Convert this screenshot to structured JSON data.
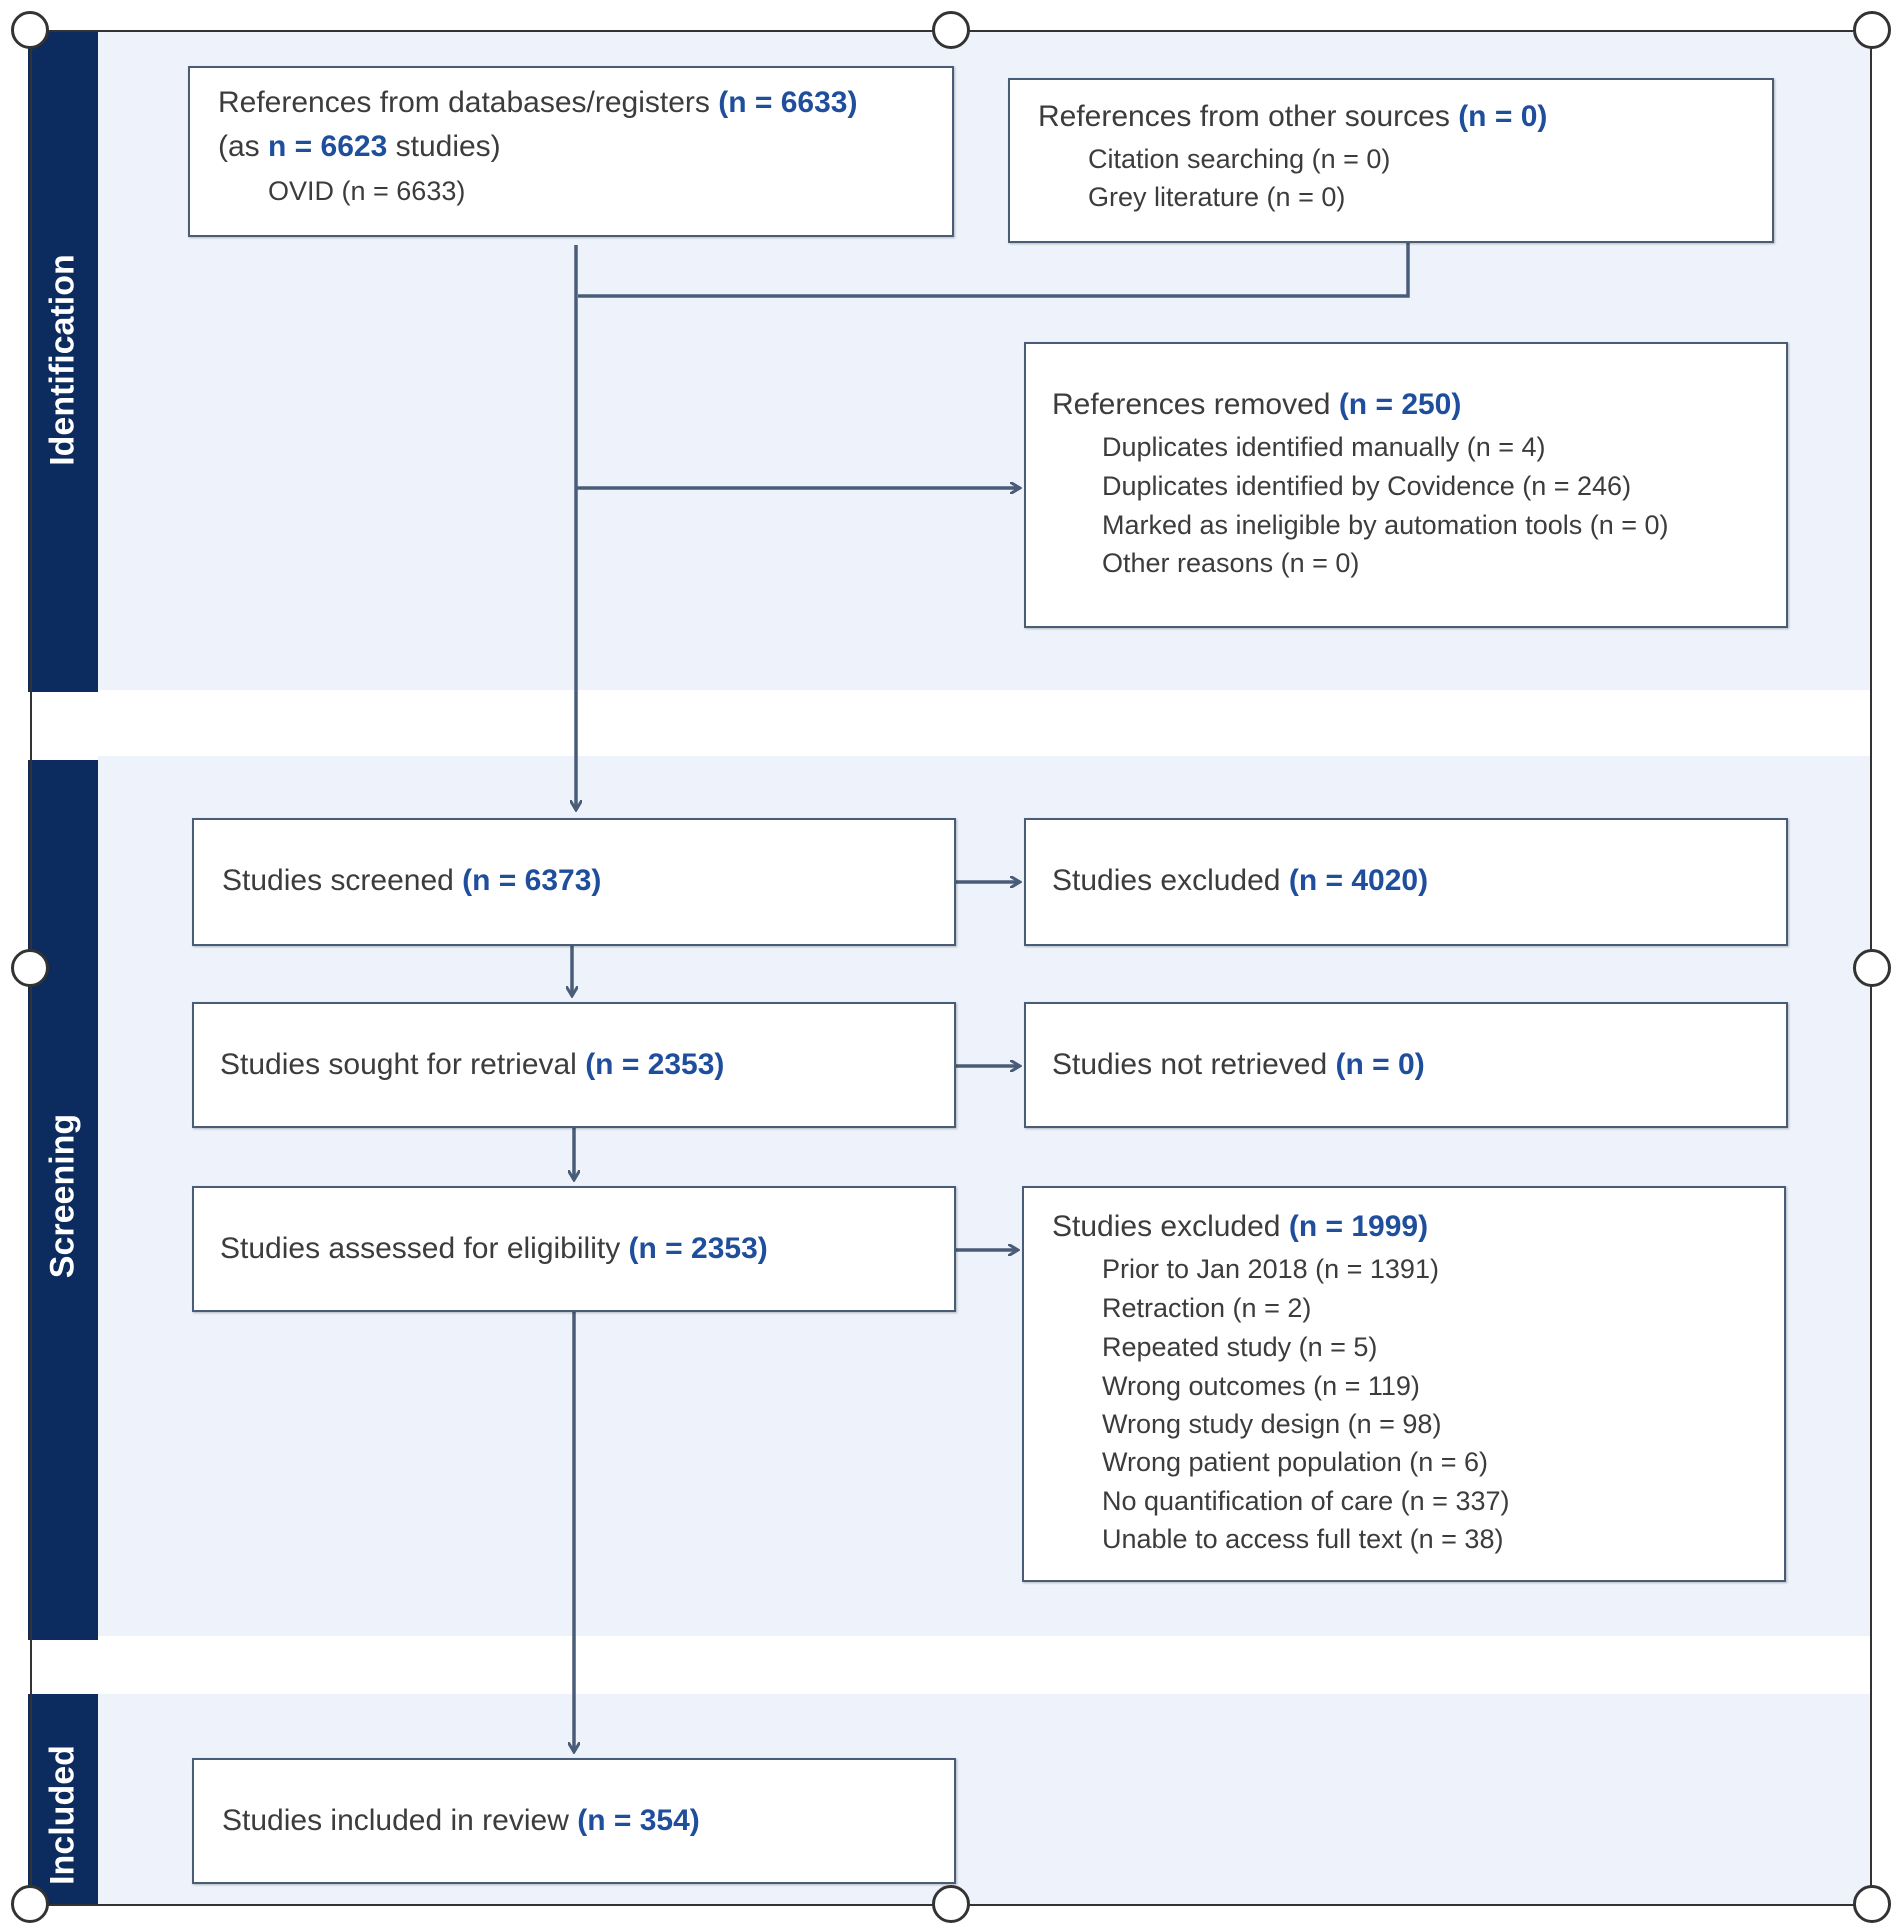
{
  "phases": {
    "identification": "Identification",
    "screening": "Screening",
    "included": "Included"
  },
  "db_box": {
    "line1_text": "References from databases/registers ",
    "line1_count": "(n = 6633)",
    "line2_pre": "(as ",
    "line2_count": "n = 6623",
    "line2_post": " studies)",
    "line3": "OVID (n = 6633)"
  },
  "other_box": {
    "line1_text": "References from other sources ",
    "line1_count": "(n = 0)",
    "items": [
      "Citation searching (n = 0)",
      "Grey literature (n = 0)"
    ]
  },
  "removed_box": {
    "line1_text": "References removed ",
    "line1_count": "(n = 250)",
    "items": [
      "Duplicates identified manually (n = 4)",
      "Duplicates identified by Covidence (n = 246)",
      "Marked as ineligible by automation tools (n = 0)",
      "Other reasons (n = 0)"
    ]
  },
  "screened_box": {
    "text": "Studies screened ",
    "count": "(n = 6373)"
  },
  "excluded_box": {
    "text": "Studies excluded ",
    "count": "(n = 4020)"
  },
  "sought_box": {
    "text": "Studies sought for retrieval ",
    "count": "(n = 2353)"
  },
  "not_retrieved_box": {
    "text": "Studies not retrieved ",
    "count": "(n = 0)"
  },
  "assessed_box": {
    "text": "Studies assessed for eligibility ",
    "count": "(n = 2353)"
  },
  "excluded2_box": {
    "line1_text": "Studies excluded ",
    "line1_count": "(n = 1999)",
    "items": [
      "Prior to Jan 2018 (n = 1391)",
      "Retraction (n = 2)",
      "Repeated study (n = 5)",
      "Wrong outcomes (n = 119)",
      "Wrong study design (n = 98)",
      "Wrong patient population (n = 6)",
      "No quantification of care (n = 337)",
      "Unable to access full text (n = 38)"
    ]
  },
  "included_box": {
    "text": "Studies included in review ",
    "count": "(n = 354)"
  },
  "colors": {
    "phase": "#0c2b5e",
    "highlight": "#1f4e9c",
    "band": "#eef3fb",
    "arrow": "#4a5d78"
  }
}
